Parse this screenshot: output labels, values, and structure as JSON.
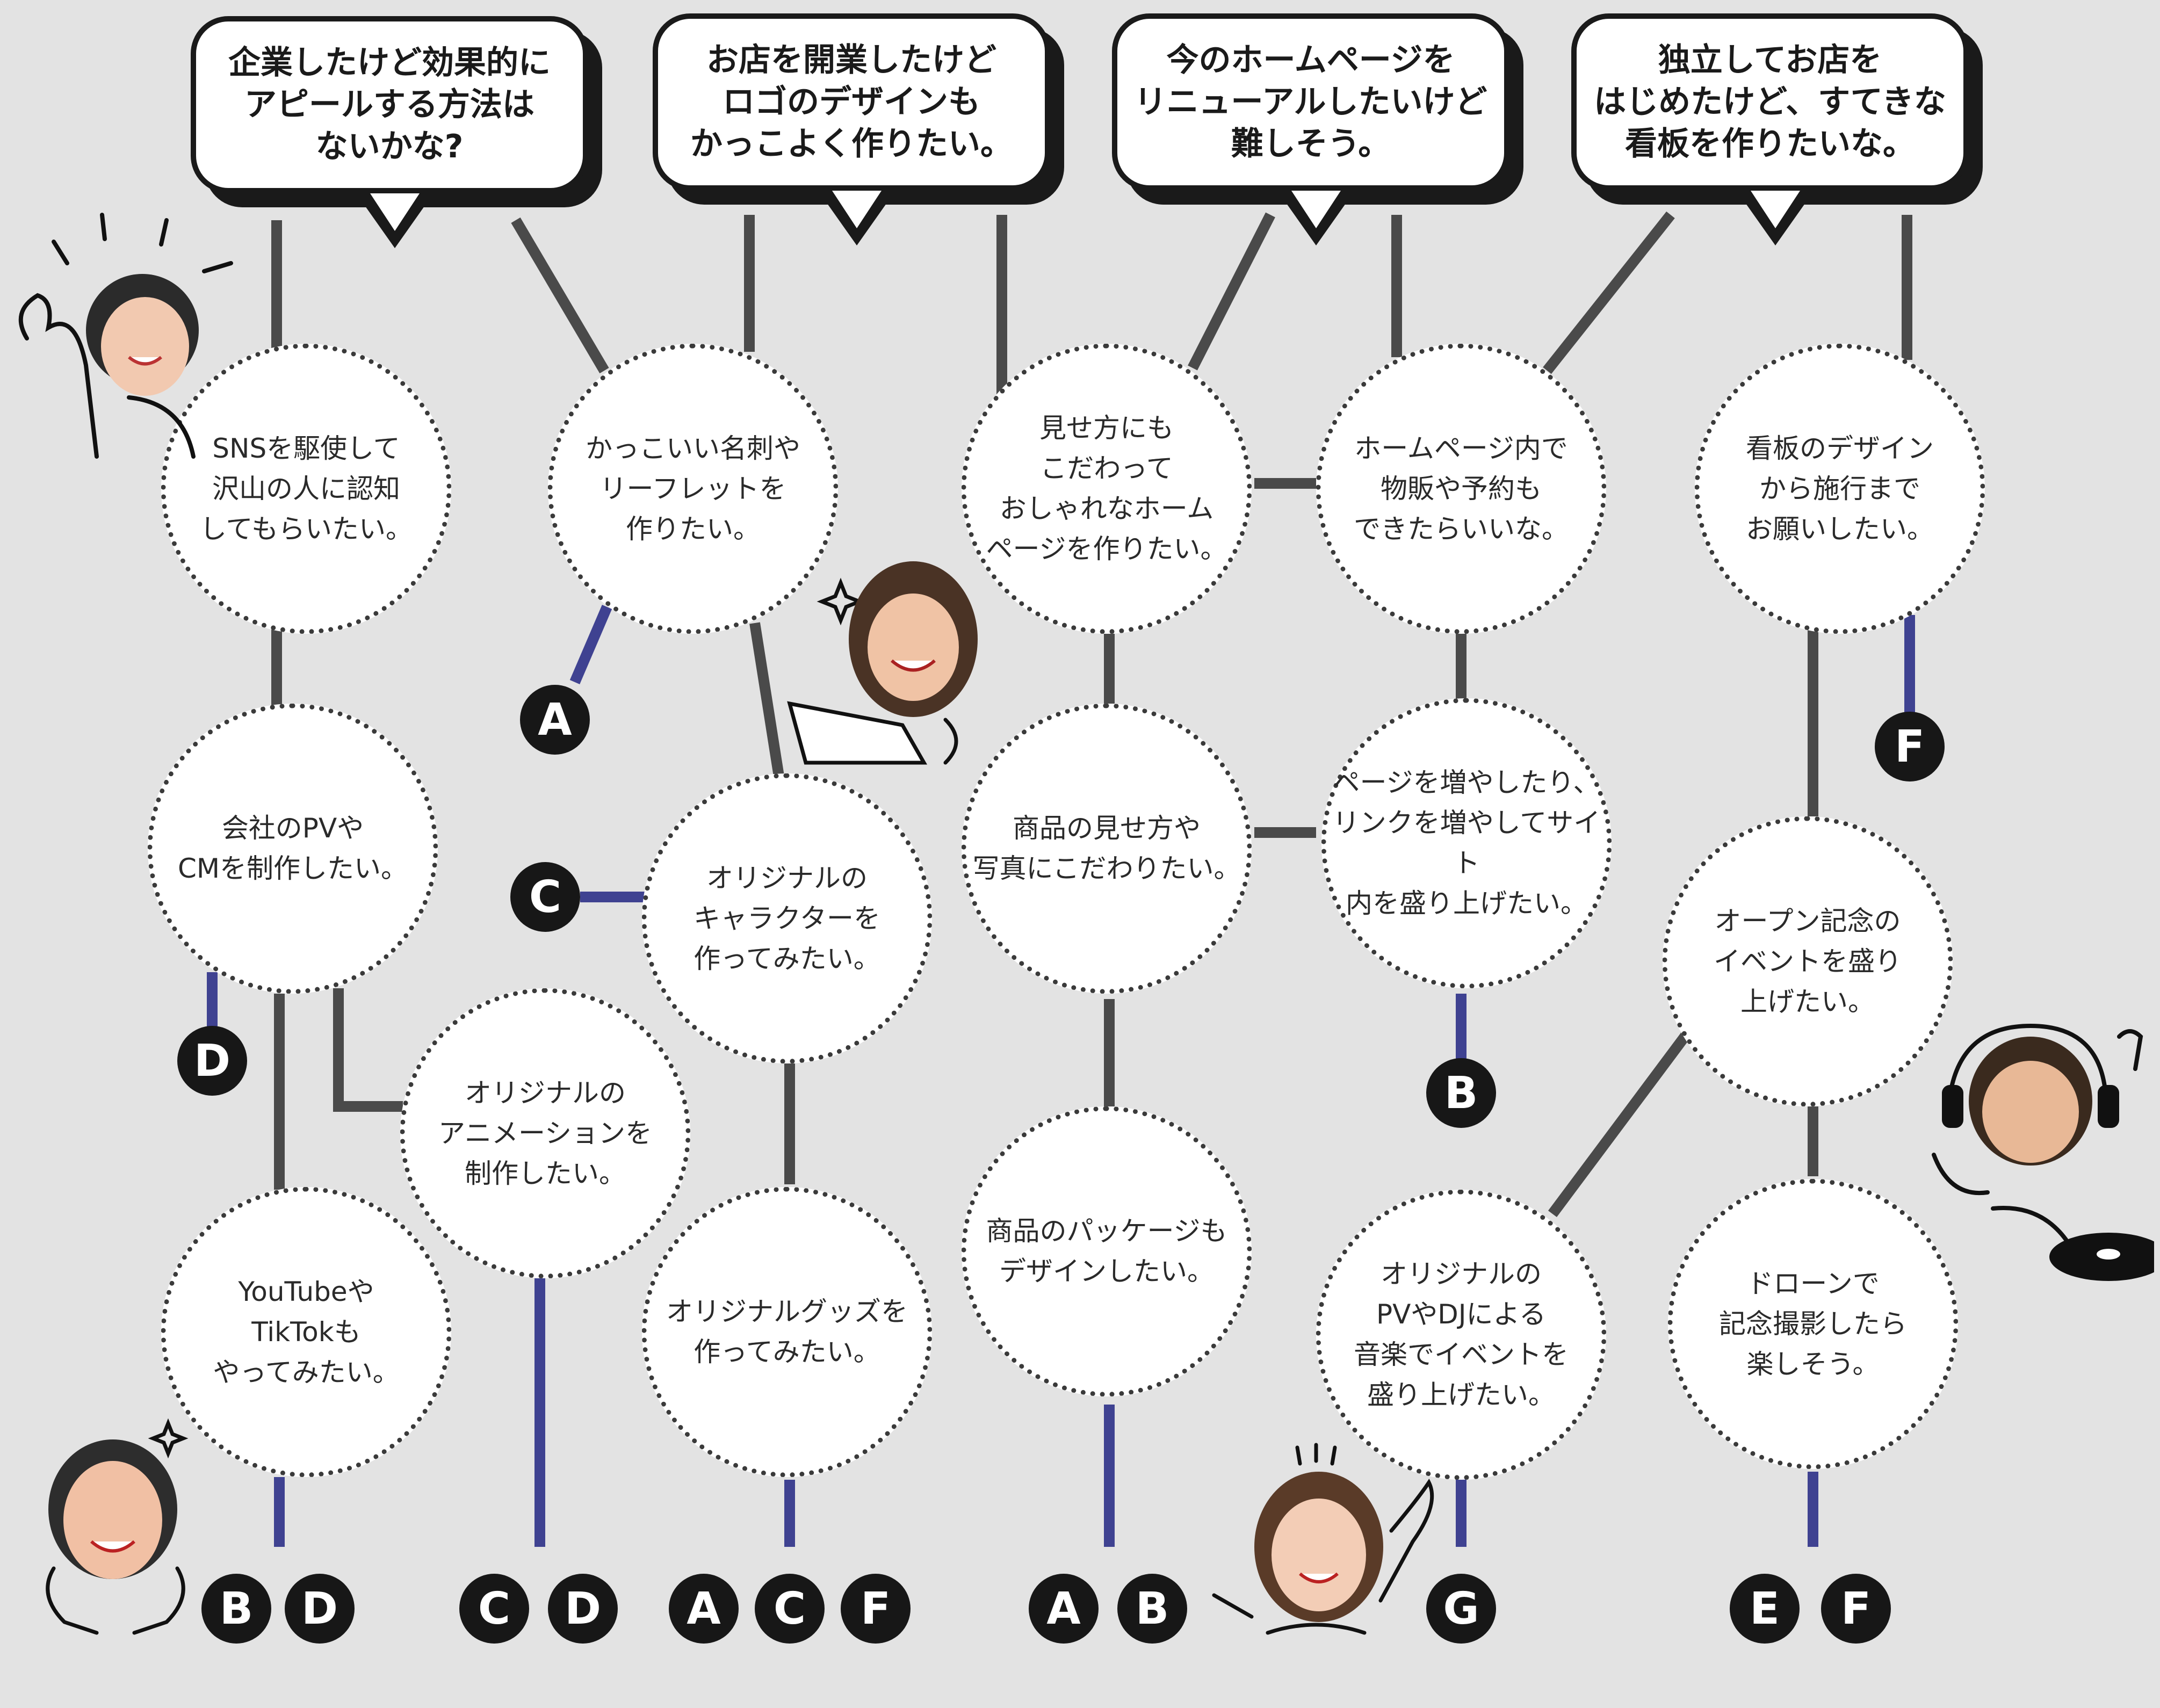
{
  "bubbles": [
    {
      "text": "企業したけど効果的に\nアピールする方法は\nないかな?"
    },
    {
      "text": "お店を開業したけど\nロゴのデザインも\nかっこよく作りたい。"
    },
    {
      "text": "今のホームページを\nリニューアルしたいけど\n難しそう。"
    },
    {
      "text": "独立してお店を\nはじめたけど、すてきな\n看板を作りたいな。"
    }
  ],
  "circles": [
    {
      "text": "SNSを駆使して\n沢山の人に認知\nしてもらいたい。"
    },
    {
      "text": "かっこいい名刺や\nリーフレットを\n作りたい。"
    },
    {
      "text": "見せ方にも\nこだわって\nおしゃれなホーム\nページを作りたい。"
    },
    {
      "text": "ホームページ内で\n物販や予約も\nできたらいいな。"
    },
    {
      "text": "看板のデザイン\nから施行まで\nお願いしたい。"
    },
    {
      "text": "会社のPVや\nCMを制作したい。"
    },
    {
      "text": "オリジナルの\nキャラクターを\n作ってみたい。"
    },
    {
      "text": "商品の見せ方や\n写真にこだわりたい。"
    },
    {
      "text": "ページを増やしたり、\nリンクを増やしてサイト\n内を盛り上げたい。"
    },
    {
      "text": "オープン記念の\nイベントを盛り\n上げたい。"
    },
    {
      "text": "オリジナルの\nアニメーションを\n制作したい。"
    },
    {
      "text": "YouTubeや\nTikTokも\nやってみたい。"
    },
    {
      "text": "オリジナルグッズを\n作ってみたい。"
    },
    {
      "text": "商品のパッケージも\nデザインしたい。"
    },
    {
      "text": "オリジナルの\nPVやDJによる\n音楽でイベントを\n盛り上げたい。"
    },
    {
      "text": "ドローンで\n記念撮影したら\n楽しそう。"
    }
  ],
  "badges": [
    "A",
    "F",
    "C",
    "D",
    "B",
    "B",
    "D",
    "C",
    "D",
    "A",
    "C",
    "F",
    "A",
    "B",
    "G",
    "E",
    "F"
  ],
  "colors": {
    "background": "#e3e3e3",
    "line": "#4a4a4a",
    "accent_line": "#3f4291",
    "badge": "#171717"
  }
}
